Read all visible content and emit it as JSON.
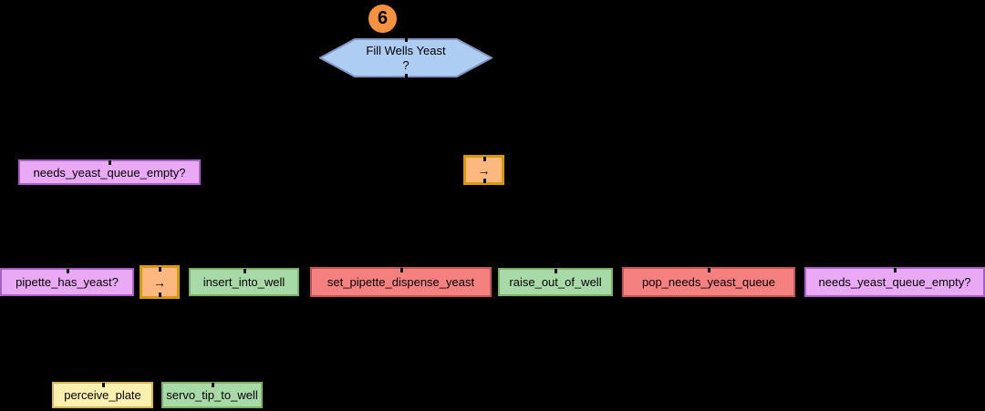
{
  "palette": {
    "purple_fill": "#eaa9f4",
    "purple_stroke": "#a75fc2",
    "orange_fill": "#fcb87f",
    "orange_stroke": "#d79b00",
    "green_fill": "#a8daa8",
    "green_stroke": "#7cb266",
    "red_fill": "#f58080",
    "red_stroke": "#c65552",
    "yellow_fill": "#fcf0b0",
    "yellow_stroke": "#d6b656",
    "blue_fill": "#aecdf3",
    "blue_stroke": "#8195c2",
    "badge_fill": "#f6923f",
    "background": "#000000",
    "text": "#000000"
  },
  "badge": {
    "label": "6"
  },
  "root": {
    "label": "Fill Wells Yeast",
    "label_line2": "?",
    "shape": "hexagon",
    "color": "blue"
  },
  "nodes": [
    {
      "label": "needs_yeast_queue_empty?",
      "color": "purple"
    },
    {
      "label": "→",
      "color": "orange"
    },
    {
      "label": "pipette_has_yeast?",
      "color": "purple"
    },
    {
      "label": "→",
      "color": "orange"
    },
    {
      "label": "insert_into_well",
      "color": "green"
    },
    {
      "label": "set_pipette_dispense_yeast",
      "color": "red"
    },
    {
      "label": "raise_out_of_well",
      "color": "green"
    },
    {
      "label": "pop_needs_yeast_queue",
      "color": "red"
    },
    {
      "label": "needs_yeast_queue_empty?",
      "color": "purple"
    },
    {
      "label": "perceive_plate",
      "color": "yellow"
    },
    {
      "label": "servo_tip_to_well",
      "color": "green"
    }
  ]
}
